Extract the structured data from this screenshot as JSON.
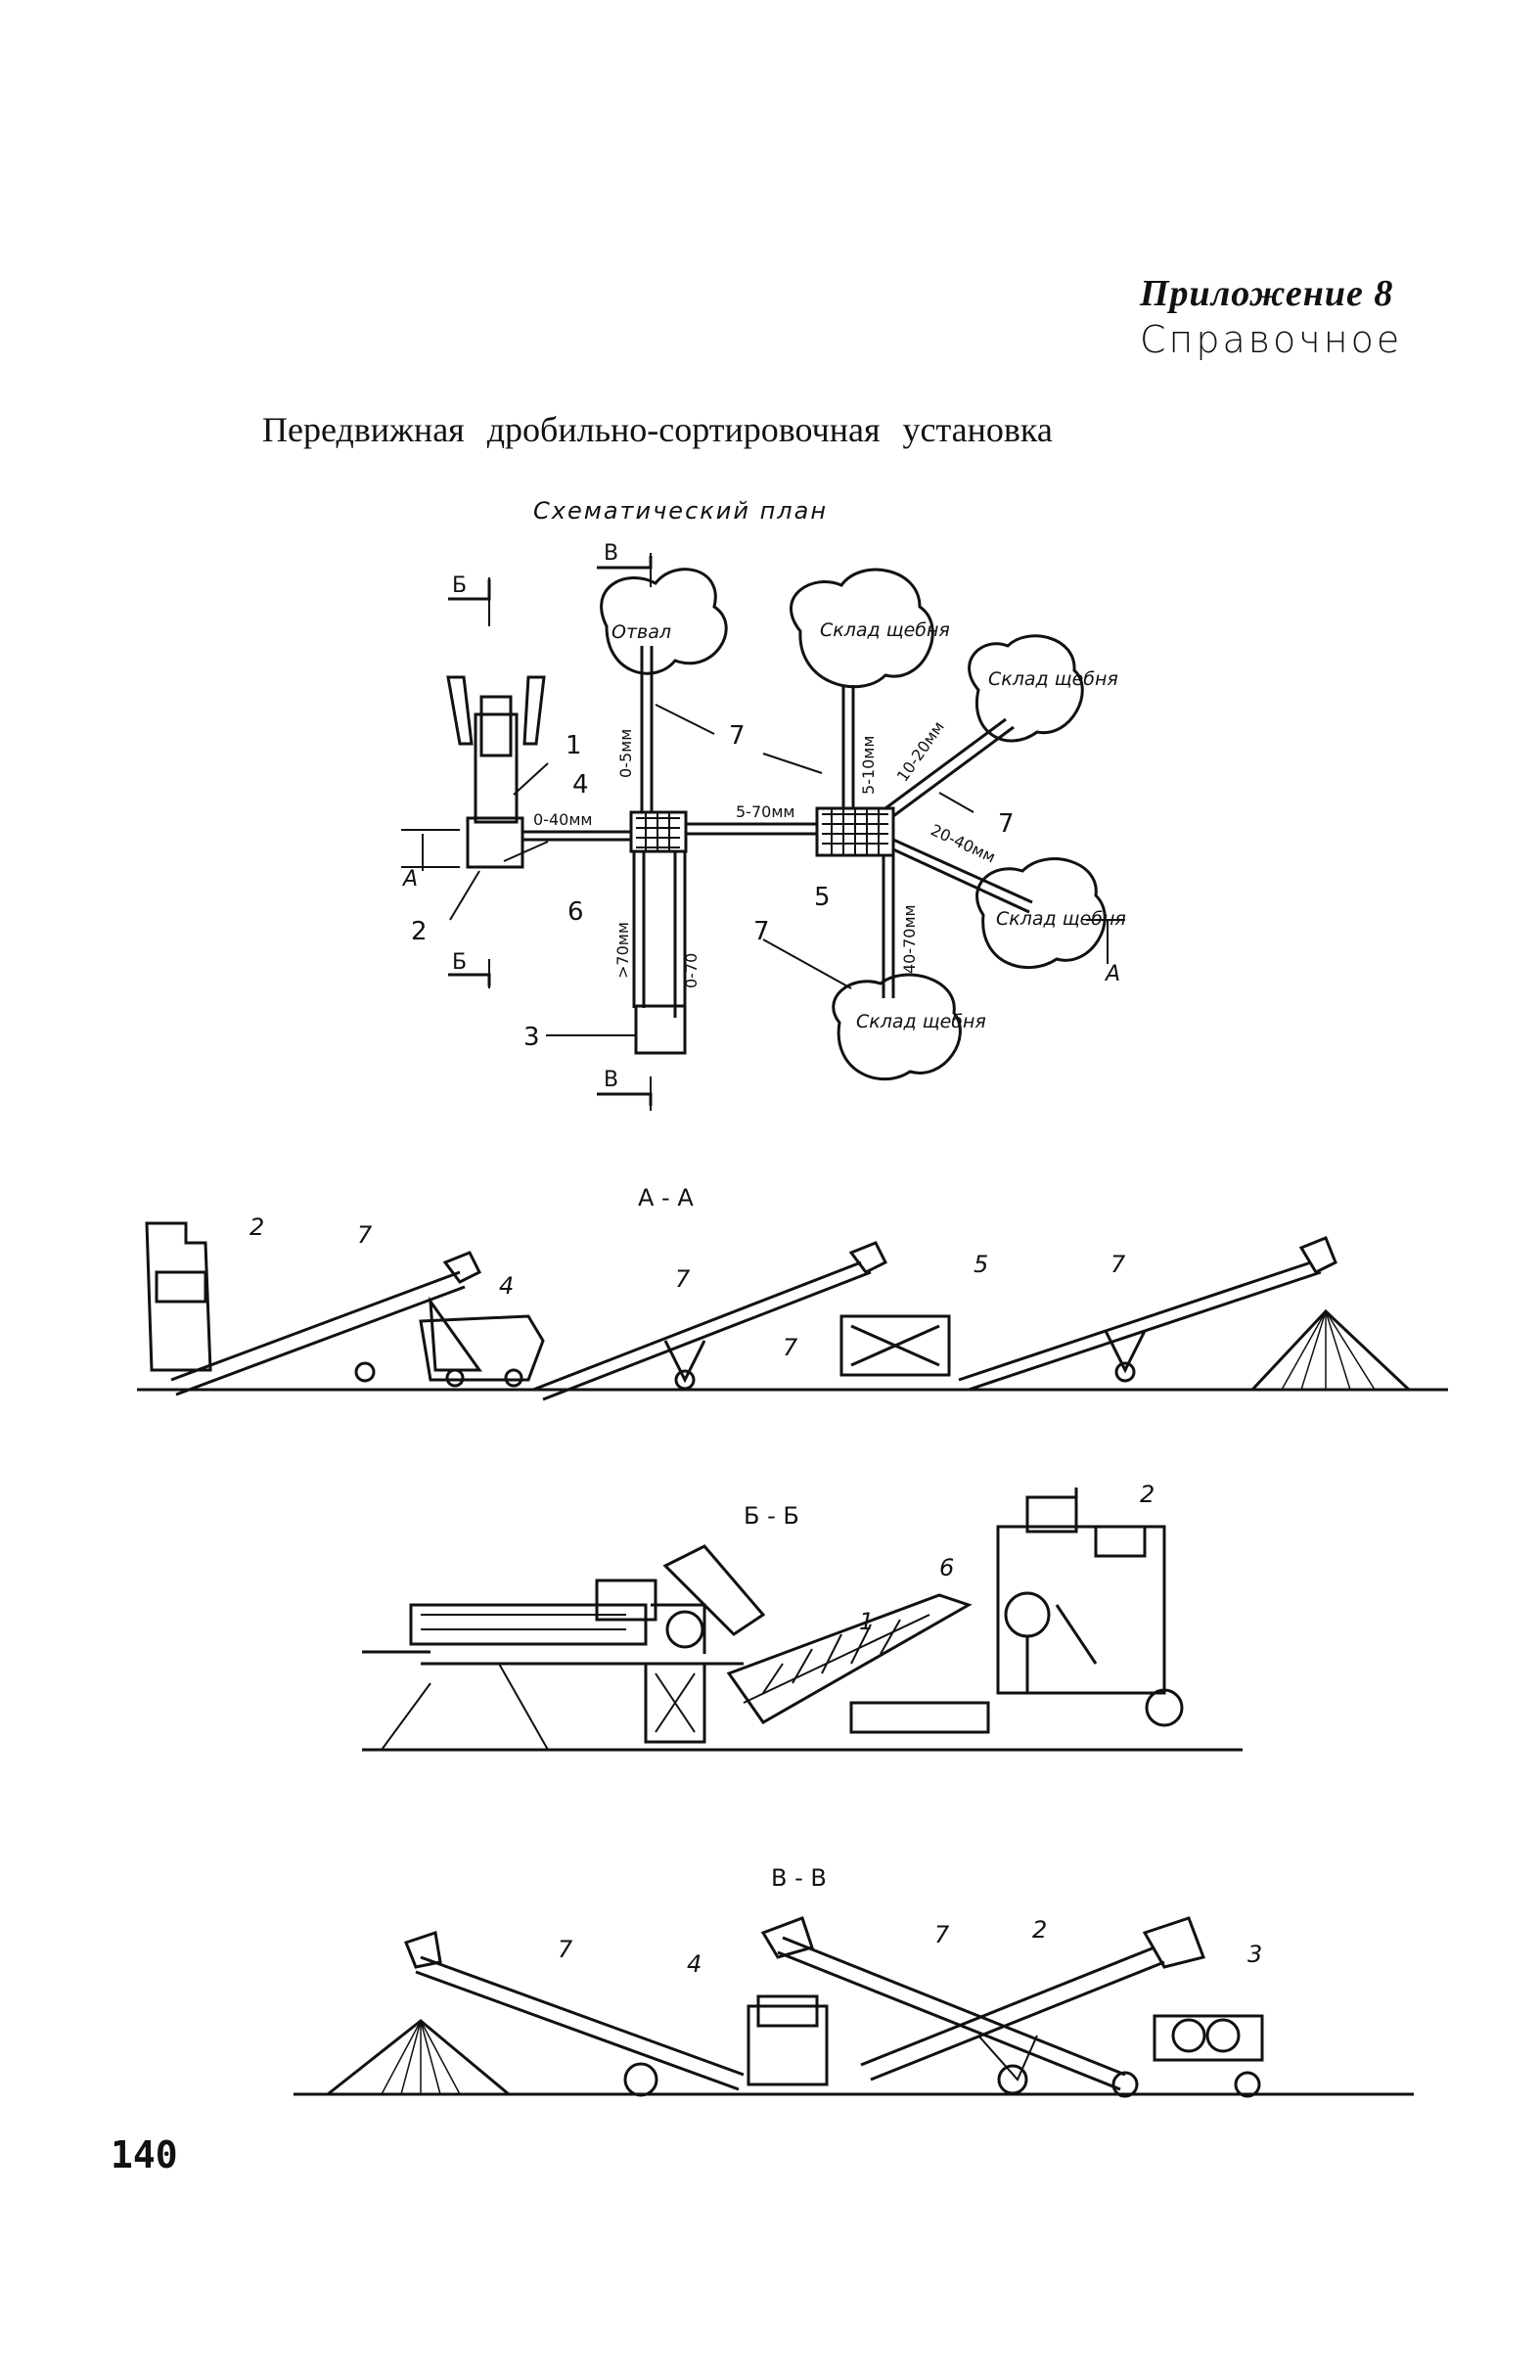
{
  "header": {
    "appendix_number": "Приложение 8",
    "appendix_type": "Справочное"
  },
  "title": "Передвижная дробильно-сортировочная установка",
  "plan": {
    "title": "Схематический план",
    "section_marks": [
      "Б",
      "В",
      "А"
    ],
    "item_numbers": [
      "1",
      "2",
      "3",
      "4",
      "5",
      "6",
      "7"
    ],
    "destinations": {
      "dump": "Отвал",
      "stockpile_top": "Склад щебня",
      "stockpile_right_upper": "Склад щебня",
      "stockpile_right_lower": "Склад щебня",
      "stockpile_bottom": "Склад щебня"
    },
    "fractions": {
      "f_0_40": "0-40мм",
      "f_0_5": "0-5мм",
      "f_5_70": "5-70мм",
      "f_5_10": "5-10мм",
      "f_10_20": "10-20мм",
      "f_20_40": "20-40мм",
      "f_40_70": "40-70мм",
      "f_gt70": ">70мм",
      "f_0_70": "0-70"
    }
  },
  "sections": {
    "aa": "А - А",
    "bb": "Б - Б",
    "vv": "В - В"
  },
  "page_number": "140"
}
